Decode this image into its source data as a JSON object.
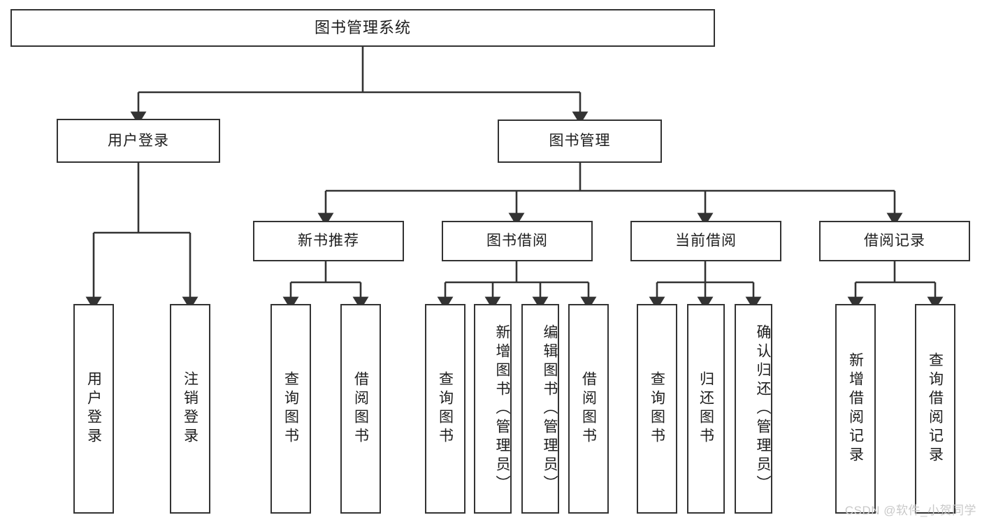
{
  "diagram": {
    "title": "图书管理系统",
    "type": "tree-hierarchy-chart",
    "watermark": "CSDN @软件_小贺同学",
    "colors": {
      "background": "#ffffff",
      "node_border": "#333333",
      "node_fill": "#ffffff",
      "edge": "#333333",
      "text": "#1d1d1d",
      "watermark": "#c9c9c9"
    },
    "levels": {
      "root": "图书管理系统",
      "level2": [
        "用户登录",
        "图书管理"
      ],
      "level3": [
        "新书推荐",
        "图书借阅",
        "当前借阅",
        "借阅记录"
      ]
    },
    "nodes": {
      "root": {
        "label": "图书管理系统"
      },
      "user_login": {
        "label": "用户登录"
      },
      "book_manage": {
        "label": "图书管理"
      },
      "new_book_rec": {
        "label": "新书推荐"
      },
      "book_borrow": {
        "label": "图书借阅"
      },
      "current_borrow": {
        "label": "当前借阅"
      },
      "borrow_record": {
        "label": "借阅记录"
      },
      "leaf_user_login": {
        "label": "用户登录"
      },
      "leaf_logout": {
        "label": "注销登录"
      },
      "leaf_query_book_1": {
        "label": "查询图书"
      },
      "leaf_borrow_book_1": {
        "label": "借阅图书"
      },
      "leaf_query_book_2": {
        "label": "查询图书"
      },
      "leaf_add_book_admin": {
        "label": "新增图书（管理员）"
      },
      "leaf_edit_book_admin": {
        "label": "编辑图书（管理员）"
      },
      "leaf_borrow_book_2": {
        "label": "借阅图书"
      },
      "leaf_query_book_3": {
        "label": "查询图书"
      },
      "leaf_return_book": {
        "label": "归还图书"
      },
      "leaf_confirm_return_admin": {
        "label": "确认归还（管理员）"
      },
      "leaf_add_record": {
        "label": "新增借阅记录"
      },
      "leaf_query_record": {
        "label": "查询借阅记录"
      }
    },
    "edges": [
      {
        "from": "图书管理系统",
        "to": "用户登录"
      },
      {
        "from": "图书管理系统",
        "to": "图书管理"
      },
      {
        "from": "用户登录",
        "to": "用户登录"
      },
      {
        "from": "用户登录",
        "to": "注销登录"
      },
      {
        "from": "图书管理",
        "to": "新书推荐"
      },
      {
        "from": "图书管理",
        "to": "图书借阅"
      },
      {
        "from": "图书管理",
        "to": "当前借阅"
      },
      {
        "from": "图书管理",
        "to": "借阅记录"
      },
      {
        "from": "新书推荐",
        "to": "查询图书"
      },
      {
        "from": "新书推荐",
        "to": "借阅图书"
      },
      {
        "from": "图书借阅",
        "to": "查询图书"
      },
      {
        "from": "图书借阅",
        "to": "新增图书（管理员）"
      },
      {
        "from": "图书借阅",
        "to": "编辑图书（管理员）"
      },
      {
        "from": "图书借阅",
        "to": "借阅图书"
      },
      {
        "from": "当前借阅",
        "to": "查询图书"
      },
      {
        "from": "当前借阅",
        "to": "归还图书"
      },
      {
        "from": "当前借阅",
        "to": "确认归还（管理员）"
      },
      {
        "from": "借阅记录",
        "to": "新增借阅记录"
      },
      {
        "from": "借阅记录",
        "to": "查询借阅记录"
      }
    ]
  }
}
